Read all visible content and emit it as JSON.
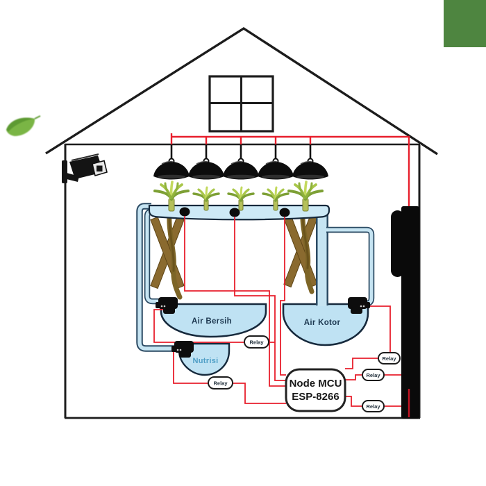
{
  "scene": {
    "description": "smart-hydroponics-greenhouse-diagram",
    "background": "#ffffff"
  },
  "labels": {
    "tank_clean": "Air Bersih",
    "tank_dirty": "Air Kotor",
    "tank_nutrient": "Nutrisi",
    "relay": "Relay",
    "controller_line1": "Node MCU",
    "controller_line2": "ESP-8266"
  },
  "relays": {
    "count": 5,
    "label": "Relay"
  },
  "counts": {
    "grow_lamps": 5,
    "plants": 5,
    "tanks": 3,
    "pumps": 3,
    "sensors": 3
  },
  "colors": {
    "wire_red": "#e81f2c",
    "outline_ink": "#1c1c1c",
    "pipe_outline_navy": "#2b4a63",
    "pipe_fill_blue": "#c6e4f2",
    "tank_fill_blue": "#bfe2f3",
    "channel_fill_blue": "#cde9f6",
    "corner_square_green": "#4e8540",
    "leaf_green": "#6da33c",
    "wood_brown": "#8a6a2f",
    "label_navy": "#1d3850",
    "nutrient_label_blue": "#4e9ec6"
  },
  "icons": {
    "camera": "cctv-camera-icon",
    "lamp": "grow-lamp-icon",
    "plant": "seedling-icon",
    "stand": "wood-stand-icon",
    "pump": "water-pump-icon",
    "panel": "electrical-panel-icon",
    "leaf": "leaf-icon",
    "window": "window-icon",
    "house": "house-outline"
  }
}
